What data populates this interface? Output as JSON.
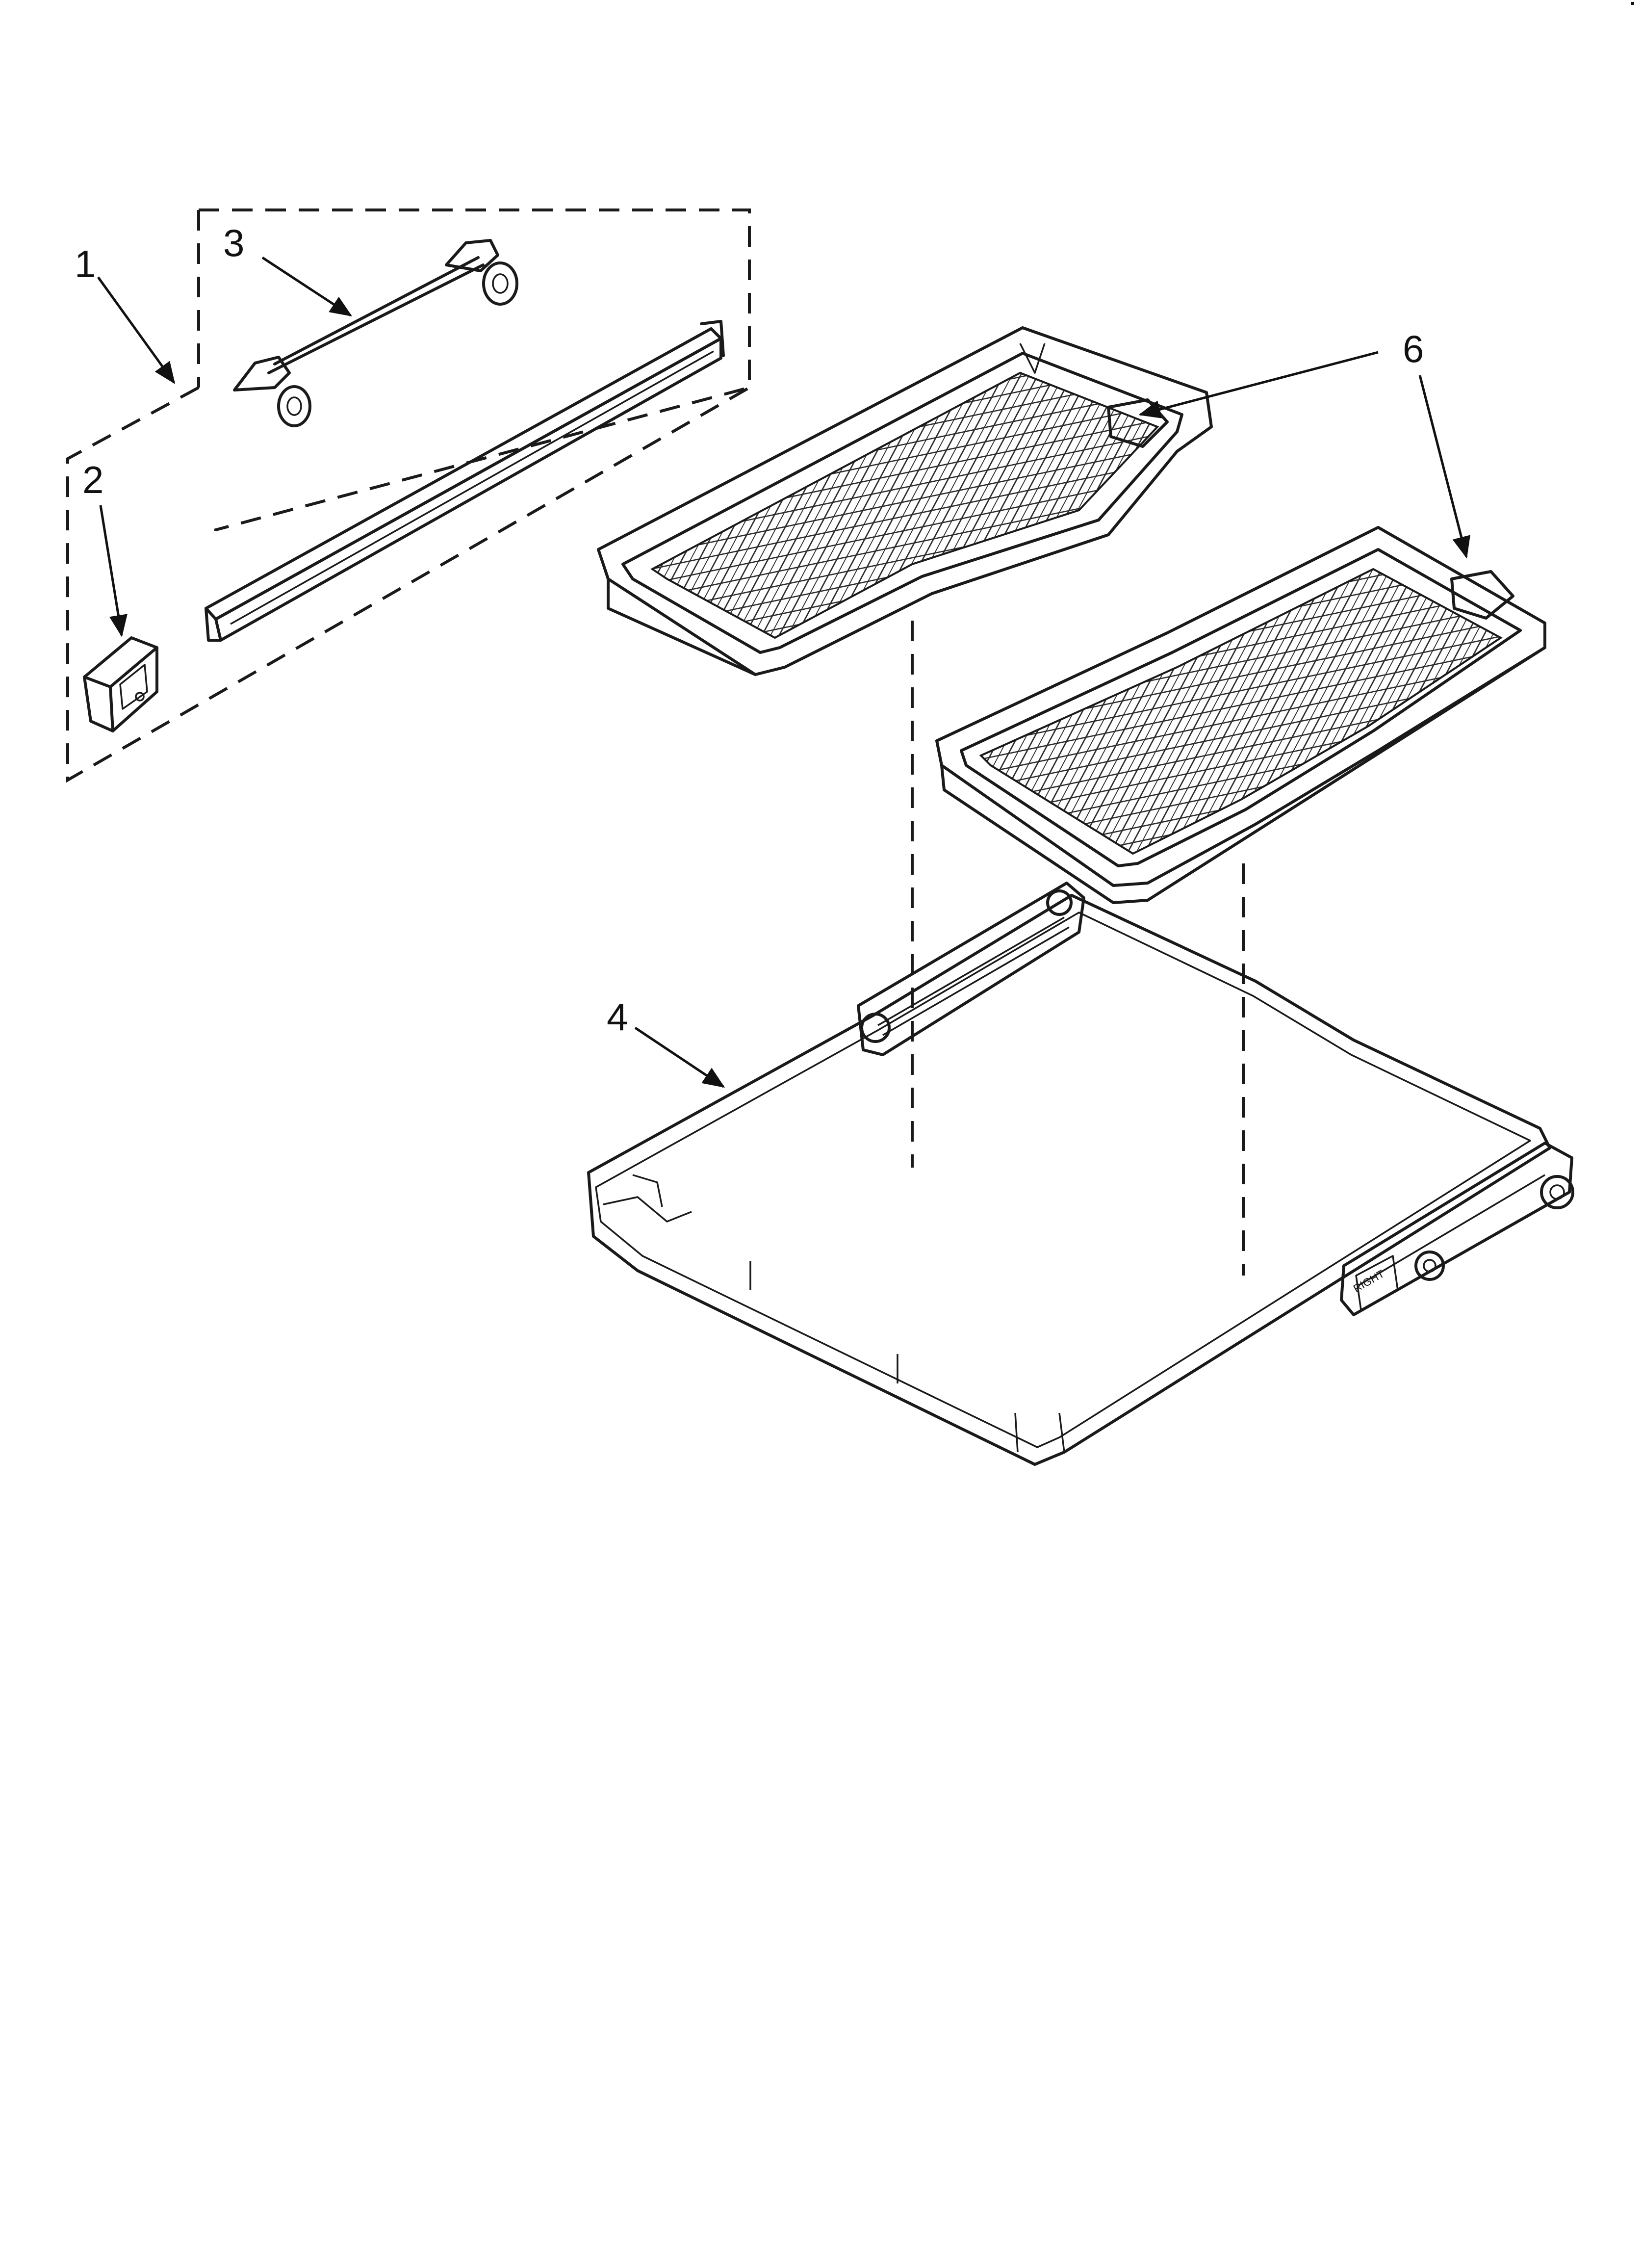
{
  "callouts": {
    "c1": "1",
    "c2": "2",
    "c3": "3",
    "c4": "4",
    "c6": "6"
  },
  "rack_marking": "RIGHT",
  "colors": {
    "ink": "#1a1a1a",
    "background": "#ffffff"
  },
  "icons": [
    "arrowhead-icon"
  ]
}
